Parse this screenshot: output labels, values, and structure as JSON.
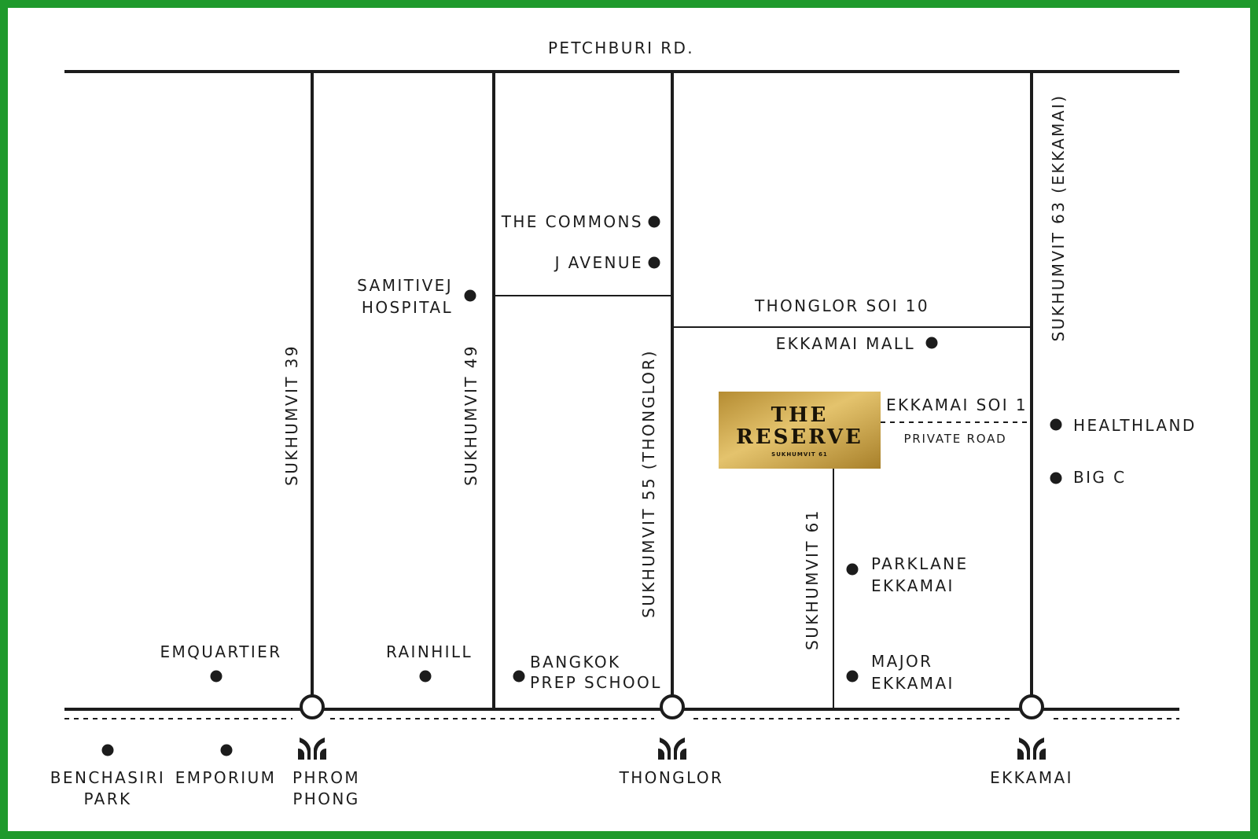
{
  "roads": {
    "petchburi": "PETCHBURI RD.",
    "sukhumvit39": "SUKHUMVIT 39",
    "sukhumvit49": "SUKHUMVIT 49",
    "sukhumvit55": "SUKHUMVIT 55 (THONGLOR)",
    "sukhumvit61": "SUKHUMVIT 61",
    "sukhumvit63": "SUKHUMVIT 63 (EKKAMAI)",
    "thonglor_soi10": "THONGLOR SOI 10",
    "ekkamai_soi1": "EKKAMAI SOI 1",
    "private_road": "PRIVATE ROAD"
  },
  "landmarks": {
    "the_commons": "THE COMMONS",
    "j_avenue": "J AVENUE",
    "samitivej_line1": "SAMITIVEJ",
    "samitivej_line2": "HOSPITAL",
    "ekkamai_mall": "EKKAMAI MALL",
    "healthland": "HEALTHLAND",
    "big_c": "BIG C",
    "parklane_line1": "PARKLANE",
    "parklane_line2": "EKKAMAI",
    "major_line1": "MAJOR",
    "major_line2": "EKKAMAI",
    "emquartier": "EMQUARTIER",
    "rainhill": "RAINHILL",
    "bangkok_prep_line1": "BANGKOK",
    "bangkok_prep_line2": "PREP SCHOOL",
    "benchasiri_line1": "BENCHASIRI",
    "benchasiri_line2": "PARK",
    "emporium": "EMPORIUM"
  },
  "stations": {
    "phrom_phong_line1": "PHROM",
    "phrom_phong_line2": "PHONG",
    "thonglor": "THONGLOR",
    "ekkamai": "EKKAMAI"
  },
  "project": {
    "name_line1": "THE",
    "name_line2": "RESERVE",
    "subtitle": "SUKHUMVIT 61"
  },
  "colors": {
    "frame": "#1f9a2c",
    "road": "#1c1c1c",
    "gold_light": "#e7c972",
    "gold_dark": "#b38a2c"
  },
  "icons": {
    "bts": "bts-station-icon",
    "poi": "poi-dot-icon"
  }
}
